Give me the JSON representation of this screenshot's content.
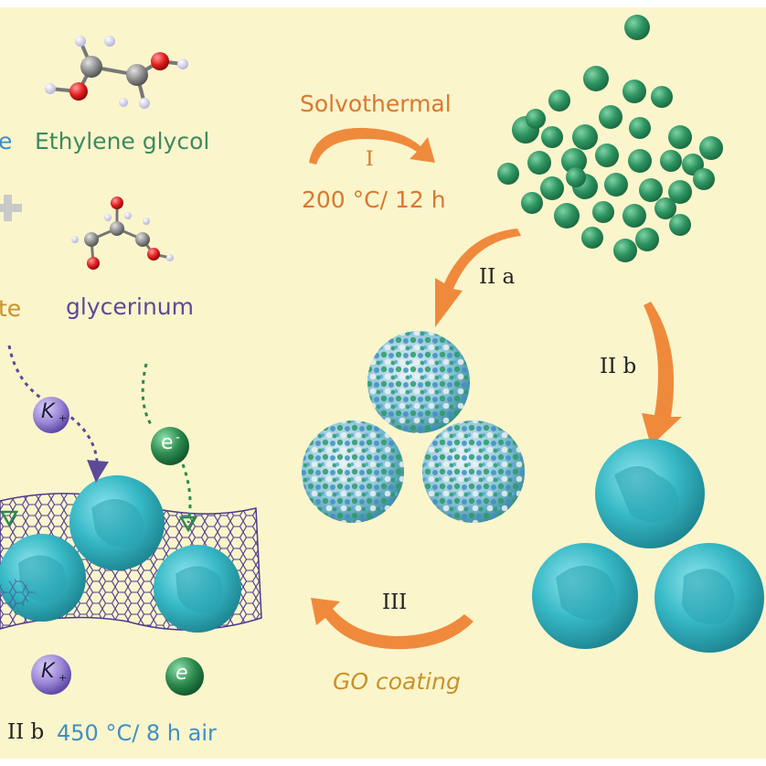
{
  "colors": {
    "background": "#fbf5cc",
    "arrow_orange": "#ef8a3c",
    "label_orange": "#d9782e",
    "label_green": "#3d8a5e",
    "label_blue": "#3f8fc4",
    "label_gold": "#c9922a",
    "label_purple": "#5b4a9a",
    "particle_green": "#2e9461",
    "microsphere_cyan": "#37b9c6",
    "graphene_purple": "#4b3a8c",
    "ion_purple": "#9a87d6",
    "electron_green": "#2c8a4e"
  },
  "reagents": {
    "left_cut_top": "e",
    "ethylene_glycol": "Ethylene glycol",
    "left_cut_mid": "te",
    "glycerinum": "glycerinum"
  },
  "steps": {
    "solvothermal": "Solvothermal",
    "step_one": "I",
    "step_one_condition": "200 °C/ 12 h",
    "step_two_a": "II a",
    "step_two_b": "II b",
    "step_three": "III",
    "go_coating": "GO coating"
  },
  "bottom": {
    "step_label": "II b",
    "condition": "450 °C/ 8 h air"
  },
  "ions": {
    "k_symbol": "K",
    "k_charge": "+",
    "electron": "e",
    "electron_charge": "-"
  }
}
